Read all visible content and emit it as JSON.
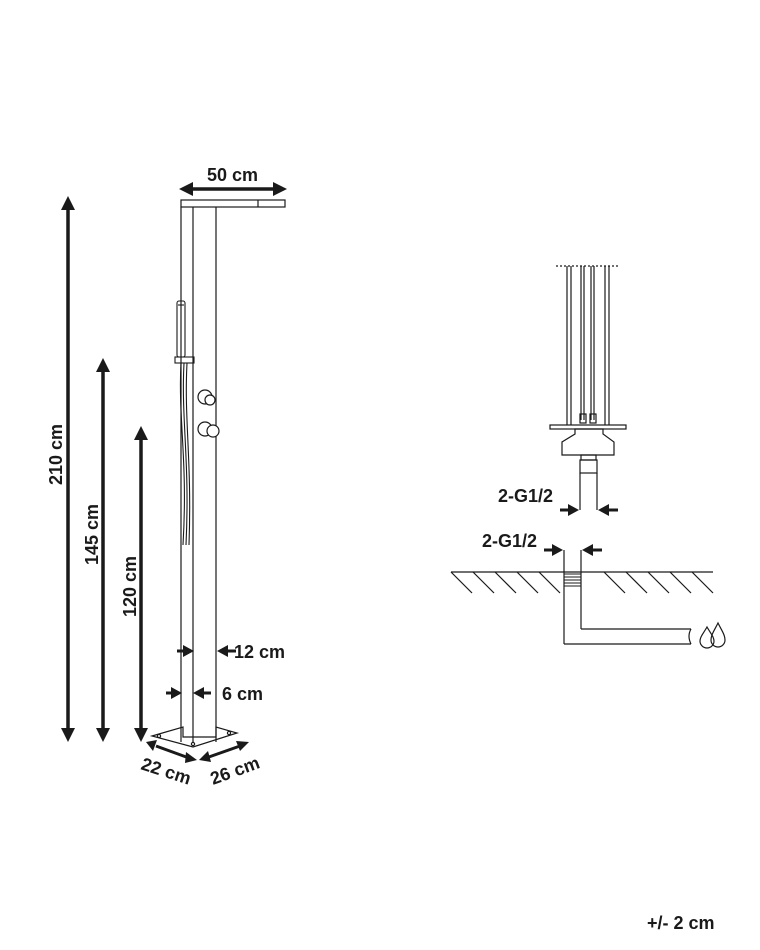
{
  "diagram": {
    "type": "dimension drawing",
    "subject": "outdoor shower column",
    "colors": {
      "line": "#1a1a1a",
      "background": "#ffffff"
    }
  },
  "shower": {
    "width_label": "50 cm",
    "height_total_label": "210 cm",
    "height_handshower_label": "145 cm",
    "height_mixer_label": "120 cm",
    "column_depth_label": "12 cm",
    "column_width_label": "6 cm",
    "base_depth_label": "22 cm",
    "base_width_label": "26 cm"
  },
  "connection": {
    "pipe_top_label": "2-G1/2",
    "pipe_ground_label": "2-G1/2",
    "water_icon": "water-drops-icon"
  },
  "footer": {
    "tolerance_label": "+/- 2 cm"
  }
}
